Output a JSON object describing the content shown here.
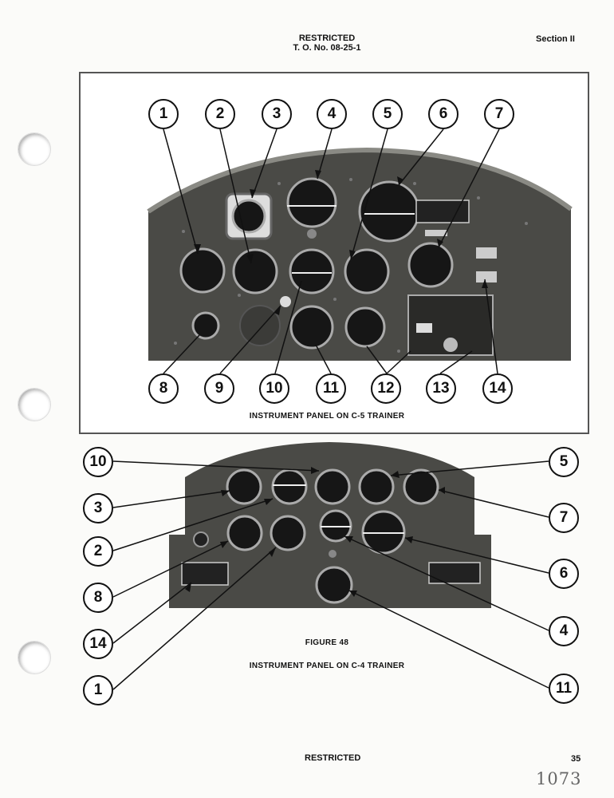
{
  "header": {
    "restricted": "RESTRICTED",
    "to_number": "T. O. No. 08-25-1",
    "section": "Section II"
  },
  "figure_top": {
    "caption": "INSTRUMENT PANEL ON C-5 TRAINER",
    "callouts_top": [
      "1",
      "2",
      "3",
      "4",
      "5",
      "6",
      "7"
    ],
    "callouts_bottom": [
      "8",
      "9",
      "10",
      "11",
      "12",
      "13",
      "14"
    ]
  },
  "figure_bottom": {
    "figure_label": "FIGURE 48",
    "caption": "INSTRUMENT PANEL ON C-4 TRAINER",
    "callouts_left": [
      "10",
      "3",
      "2",
      "8",
      "14",
      "1"
    ],
    "callouts_right": [
      "5",
      "7",
      "6",
      "4",
      "11"
    ]
  },
  "footer": {
    "restricted": "RESTRICTED",
    "page": "35",
    "stamp": "1073"
  },
  "colors": {
    "panel": "#4a4a46",
    "instrument_face": "#161616",
    "bezel": "#9a9a94"
  }
}
